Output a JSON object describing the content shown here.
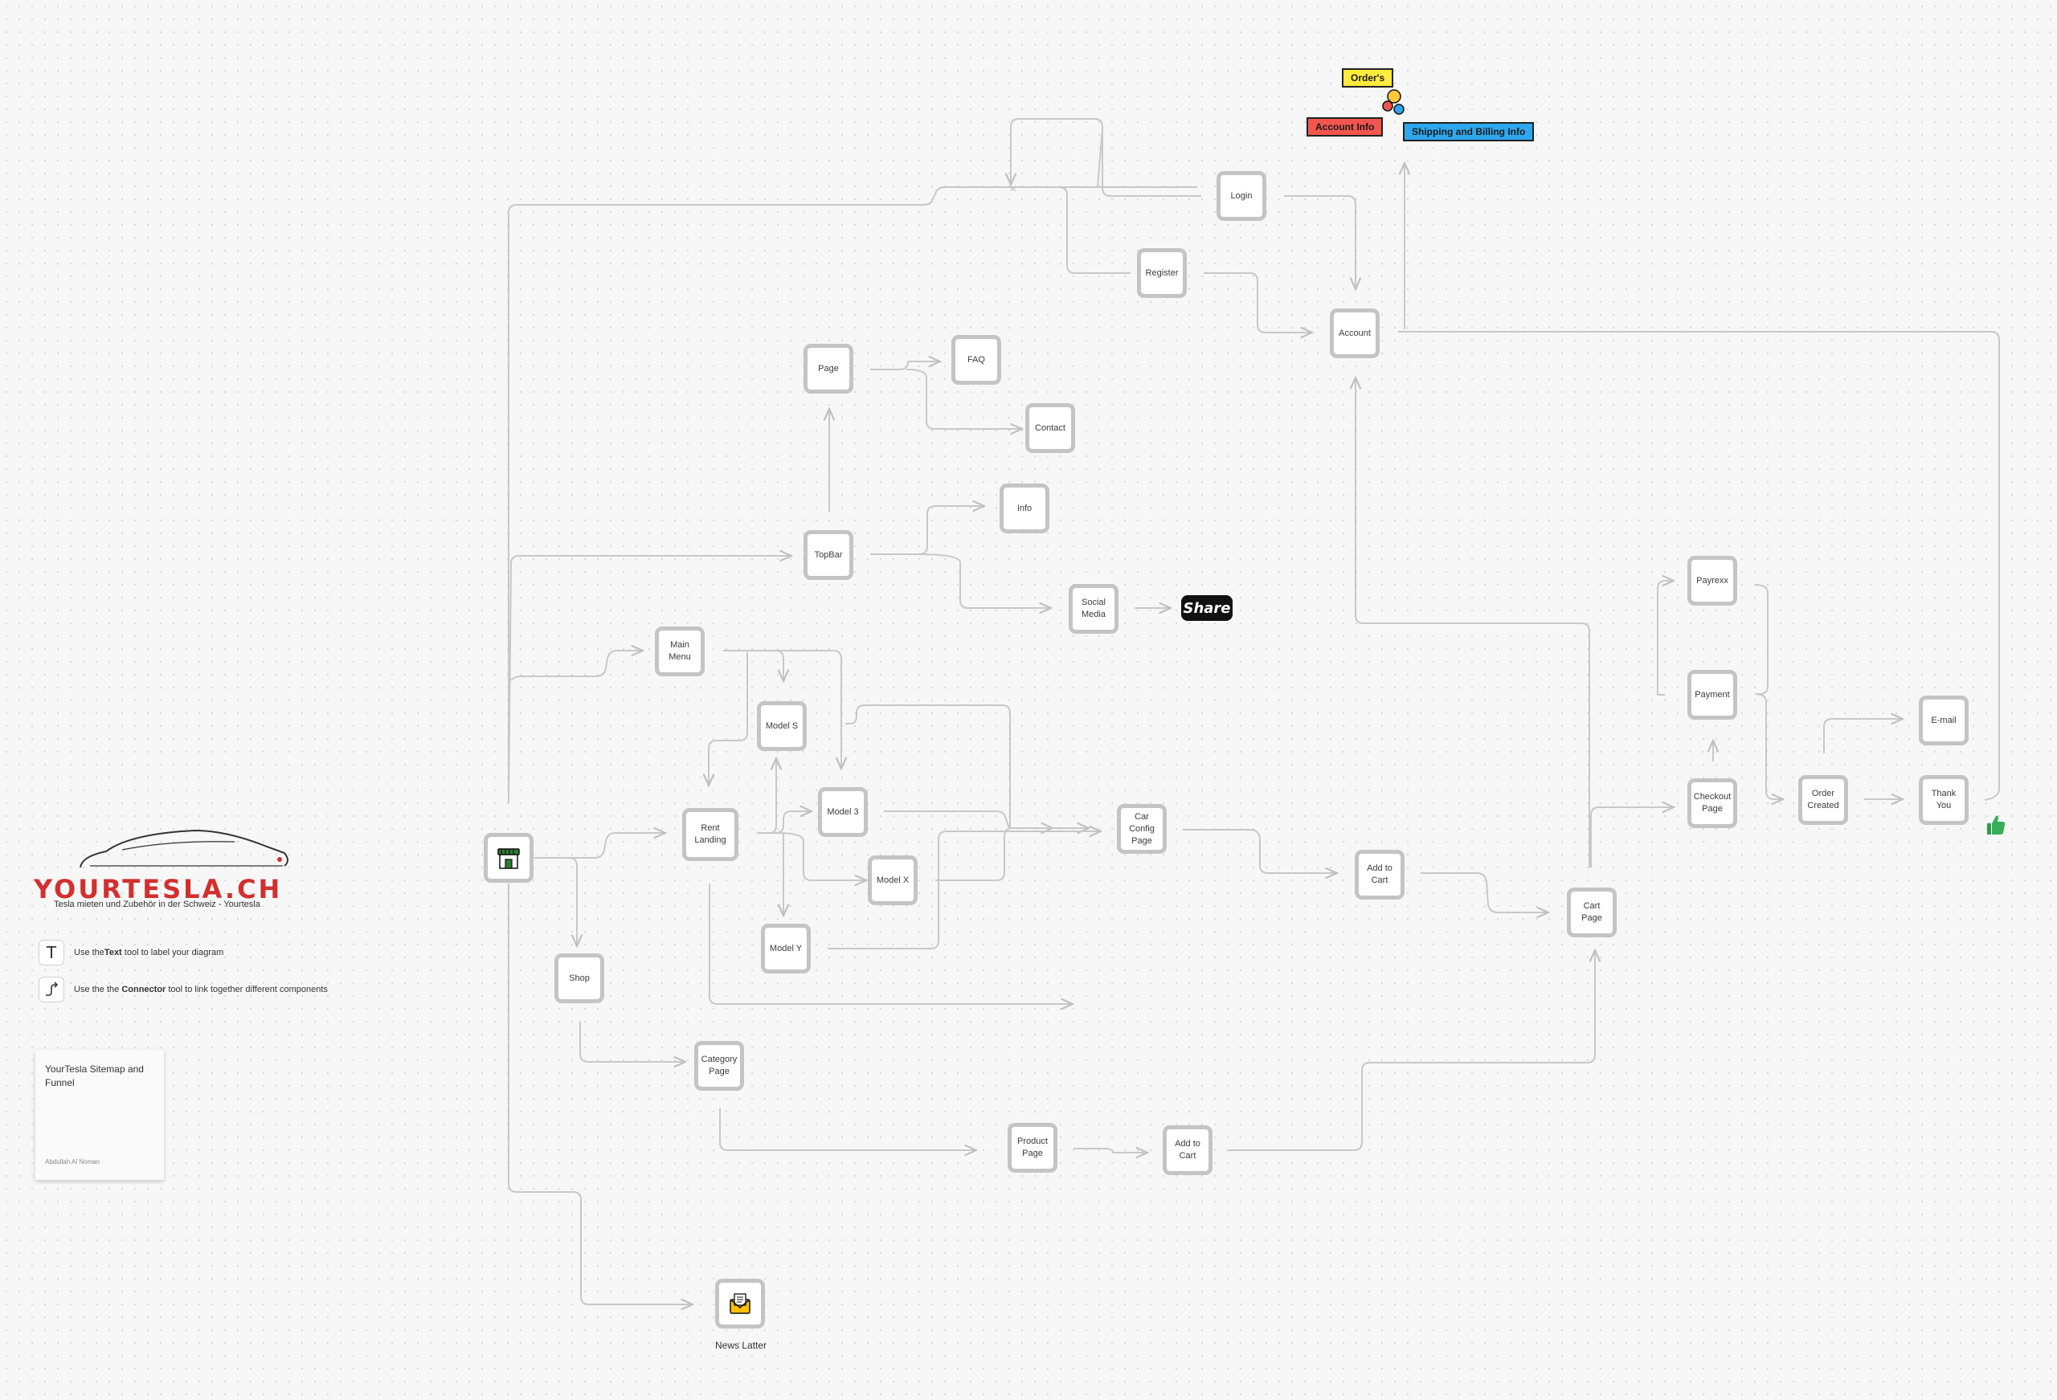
{
  "nodes": {
    "login": "Login",
    "register": "Register",
    "account": "Account",
    "page": "Page",
    "faq": "FAQ",
    "contact": "Contact",
    "info": "Info",
    "topbar": "TopBar",
    "social_media": "Social\nMedia",
    "main_menu": "Main\nMenu",
    "model_s": "Model S",
    "model_3": "Model 3",
    "model_x": "Model X",
    "model_y": "Model Y",
    "rent_landing": "Rent\nLanding",
    "car_config_page": "Car\nConfig\nPage",
    "add_to_cart_config": "Add to\nCart",
    "cart_page": "Cart\nPage",
    "checkout_page": "Checkout\nPage",
    "payment": "Payment",
    "payrexx": "Payrexx",
    "order_created": "Order\nCreated",
    "email": "E-mail",
    "thank_you": "Thank\nYou",
    "shop": "Shop",
    "category_page": "Category\nPage",
    "product_page": "Product\nPage",
    "add_to_cart_product": "Add to\nCart"
  },
  "stickers": {
    "orders": "Order's",
    "account_info": "Account Info",
    "shipping_billing": "Shipping and Billing Info",
    "share": "Share"
  },
  "colors": {
    "orders": "#ffeb3b",
    "account_info": "#f2564f",
    "shipping_billing": "#2ea7ee",
    "connector": "#c8c8c8",
    "node_border": "#c4c4c4",
    "brand_red": "#d32f2f"
  },
  "icons": {
    "home": "storefront-icon",
    "newsletter": "envelope-icon",
    "thumbs_up": "thumbs-up-icon",
    "hands": "hands-emoji-icon",
    "text_tool": "text-tool-icon",
    "connector_tool": "connector-tool-icon"
  },
  "newsletter_label": "News Latter",
  "logo": {
    "title": "YOURTESLA.CH",
    "subtitle": "Tesla mieten und Zubehör in der Schweiz - Yourtesla"
  },
  "tips": [
    {
      "prefix": "Use the ",
      "bold": "Text",
      "suffix": " tool to label your diagram"
    },
    {
      "prefix": "Use the the ",
      "bold": "Connector",
      "suffix": " tool to link together different components"
    }
  ],
  "note": {
    "title": "YourTesla Sitemap and Funnel",
    "author": "Abdullah Al Noman"
  }
}
